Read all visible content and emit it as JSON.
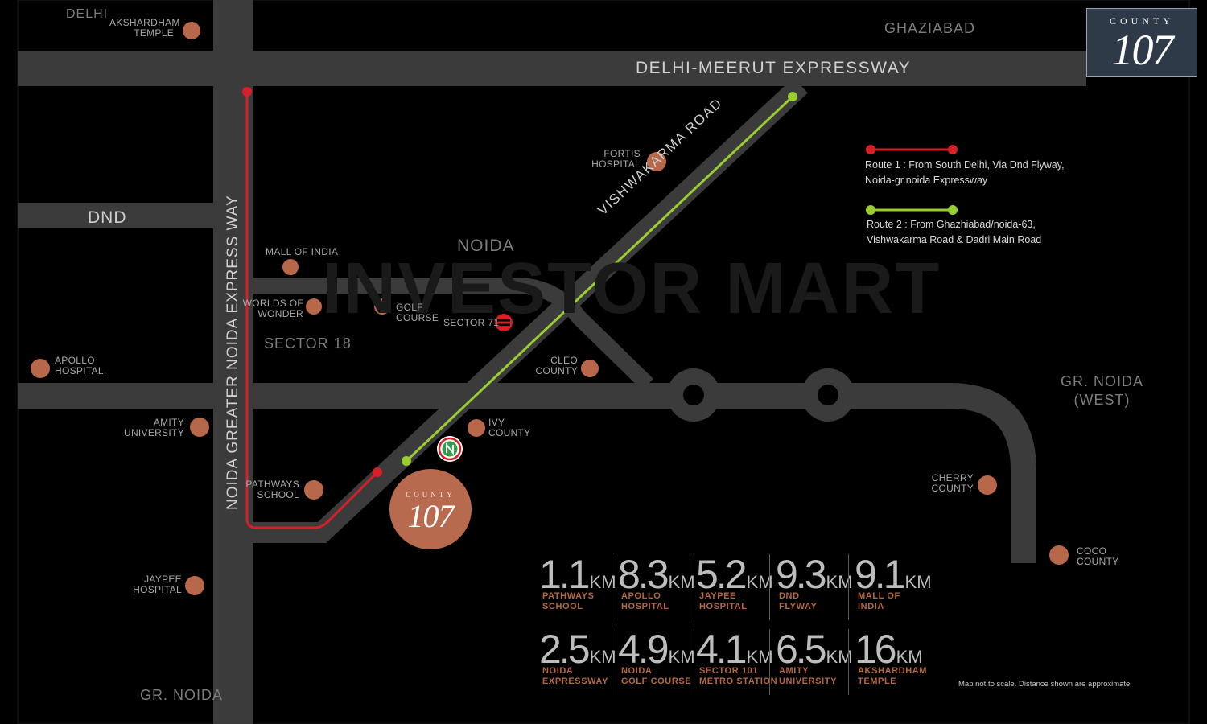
{
  "areas": {
    "delhi": "DELHI",
    "ghaziabad": "GHAZIABAD",
    "dnd": "DND",
    "noida": "NOIDA",
    "sector18": "SECTOR 18",
    "grnoida_west": [
      "GR. NOIDA",
      "(WEST)"
    ],
    "grnoida": "GR. NOIDA"
  },
  "roads": {
    "expressway_top": "DELHI-MEERUT EXPRESSWAY",
    "vishwakarma": "VISHWAKARMA ROAD",
    "noida_gn_expressway": "NOIDA GREATER NOIDA EXPRESS WAY"
  },
  "landmarks": {
    "akshardham": [
      "AKSHARDHAM",
      "TEMPLE"
    ],
    "fortis": [
      "FORTIS",
      "HOSPITAL"
    ],
    "mall_of_india": "MALL OF INDIA",
    "worlds_of_wonder": [
      "WORLDS OF",
      "WONDER"
    ],
    "golf_course": [
      "GOLF",
      "COURSE"
    ],
    "sector71": "SECTOR 71",
    "apollo": [
      "APOLLO",
      "HOSPITAL."
    ],
    "cleo": [
      "CLEO",
      "COUNTY"
    ],
    "amity": [
      "AMITY",
      "UNIVERSITY"
    ],
    "ivy": [
      "IVY",
      "COUNTY"
    ],
    "pathways": [
      "PATHWAYS",
      "SCHOOL"
    ],
    "cherry": [
      "CHERRY",
      "COUNTY"
    ],
    "jaypee": [
      "JAYPEE",
      "HOSPITAL"
    ],
    "coco": [
      "COCO",
      "COUNTY"
    ]
  },
  "logo": {
    "top": "COUNTY",
    "main": "107"
  },
  "project_pin": {
    "top": "COUNTY",
    "main": "107"
  },
  "legend": {
    "route1": [
      "Route 1 : From South Delhi, Via Dnd Flyway,",
      "Noida-gr.noida Expressway"
    ],
    "route2": [
      "Route 2 : From Ghazhiabad/noida-63,",
      "Vishwakarma Road & Dadri Main Road"
    ]
  },
  "watermark": "INVESTOR MART",
  "colors": {
    "road": "#3a3a3a",
    "route1": "#d61f26",
    "route2": "#9acd32",
    "landmark": "#b8684a",
    "distance_label": "#b3683d"
  },
  "distances": [
    {
      "value": "1.1",
      "unit": "KM",
      "label": [
        "PATHWAYS",
        "SCHOOL"
      ]
    },
    {
      "value": "8.3",
      "unit": "KM",
      "label": [
        "APOLLO",
        "HOSPITAL"
      ]
    },
    {
      "value": "5.2",
      "unit": "KM",
      "label": [
        "JAYPEE",
        "HOSPITAL"
      ]
    },
    {
      "value": "9.3",
      "unit": "KM",
      "label": [
        "DND",
        "FLYWAY"
      ]
    },
    {
      "value": "9.1",
      "unit": "KM",
      "label": [
        "MALL OF",
        "INDIA"
      ]
    },
    {
      "value": "2.5",
      "unit": "KM",
      "label": [
        "NOIDA",
        "EXPRESSWAY"
      ]
    },
    {
      "value": "4.9",
      "unit": "KM",
      "label": [
        "NOIDA",
        "GOLF COURSE"
      ]
    },
    {
      "value": "4.1",
      "unit": "KM",
      "label": [
        "SECTOR 101",
        "METRO STATION"
      ]
    },
    {
      "value": "6.5",
      "unit": "KM",
      "label": [
        "AMITY",
        "UNIVERSITY"
      ]
    },
    {
      "value": "16",
      "unit": "KM",
      "label": [
        "AKSHARDHAM",
        "TEMPLE"
      ]
    }
  ],
  "note": "Map not to scale. Distance shown are approximate."
}
